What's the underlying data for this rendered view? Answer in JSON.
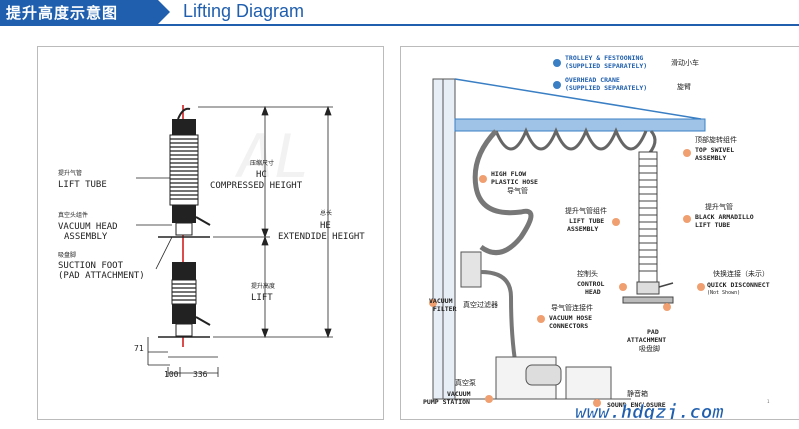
{
  "header": {
    "title_cn": "提升高度示意图",
    "title_en": "Lifting Diagram"
  },
  "left_diagram": {
    "lift_tube_cn": "提升气管",
    "lift_tube": "LIFT TUBE",
    "vacuum_head_cn": "真空头组件",
    "vacuum_head_1": "VACUUM HEAD",
    "vacuum_head_2": "ASSEMBLY",
    "suction_foot_cn": "吸盘脚",
    "suction_foot_1": "SUCTION FOOT",
    "suction_foot_2": "(PAD ATTACHMENT)",
    "compressed_cn": "压缩尺寸",
    "compressed_hc": "HC",
    "compressed_label": "COMPRESSED HEIGHT",
    "extended_cn": "总长",
    "extended_he": "HE",
    "extended_label": "EXTENDIDE HEIGHT",
    "lift_cn": "提升高度",
    "lift_label": "LIFT",
    "dim_71": "71",
    "dim_100": "100",
    "dim_336": "336"
  },
  "right_diagram": {
    "trolley_1": "TROLLEY & FESTOONING",
    "trolley_2": "(SUPPLIED SEPARATELY)",
    "trolley_cn": "滑动小车",
    "crane_1": "OVERHEAD CRANE",
    "crane_2": "(SUPPLIED SEPARATELY)",
    "crane_cn": "旋臂",
    "swivel_cn": "顶部旋转组件",
    "swivel_1": "TOP SWIVEL",
    "swivel_2": "ASSEMBLY",
    "hose_1": "HIGH FLOW",
    "hose_2": "PLASTIC HOSE",
    "hose_cn": "导气管",
    "lift_tube_cn": "提升气管组件",
    "lift_tube_1": "LIFT TUBE",
    "lift_tube_2": "ASSEMBLY",
    "armadillo_cn": "提升气管",
    "armadillo_1": "BLACK ARMADILLO",
    "armadillo_2": "LIFT TUBE",
    "control_cn": "控制头",
    "control_1": "CONTROL",
    "control_2": "HEAD",
    "quick_cn": "快换连接（未示）",
    "quick_1": "QUICK DISCONNECT",
    "quick_2": "(Not Shown)",
    "filter_1": "VACUUM",
    "filter_2": "FILTER",
    "filter_cn": "真空过滤器",
    "connectors_cn": "导气管连接件",
    "connectors_1": "VACUUM HOSE",
    "connectors_2": "CONNECTORS",
    "pad_1": "PAD",
    "pad_2": "ATTACHMENT",
    "pad_cn": "吸盘脚",
    "pump_cn": "真空泵",
    "pump_1": "VACUUM",
    "pump_2": "PUMP STATION",
    "sound_cn": "静音箱",
    "sound_1": "SOUND ENCLOSURE",
    "website": "www.hdqzj.com",
    "page_number": "1"
  },
  "colors": {
    "brand_blue": "#1f5fae",
    "callout_orange": "#f0a070",
    "crane_blue": "#3a7fc4",
    "red_center": "#d01010"
  }
}
